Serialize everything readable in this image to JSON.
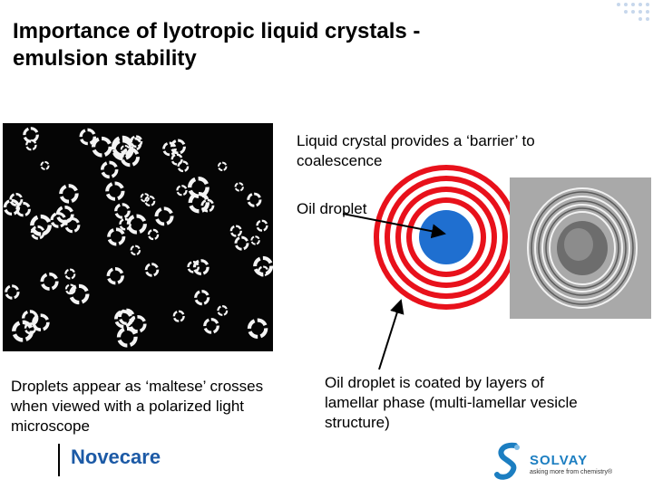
{
  "slide": {
    "title_line1": "Importance of lyotropic liquid crystals -",
    "title_line2": "emulsion stability",
    "barrier_text_line1": "Liquid crystal provides a ‘barrier’ to",
    "barrier_text_line2": "coalescence",
    "oil_droplet_label": "Oil droplet",
    "caption_left_line1": "Droplets appear as ‘maltese’ crosses",
    "caption_left_line2": "when viewed with a polarized light",
    "caption_left_line3": "microscope",
    "caption_right_line1": "Oil droplet is coated by layers of",
    "caption_right_line2": "lamellar phase (multi-lamellar vesicle",
    "caption_right_line3": "structure)"
  },
  "footer": {
    "brand": "Novecare",
    "company": "SOLVAY",
    "tagline": "asking more from chemistry®"
  },
  "colors": {
    "ring_red": "#e8111b",
    "droplet_blue": "#1f6fd0",
    "brand_blue": "#1c5aa6",
    "solvay_blue": "#1c7ec1"
  },
  "icons": {
    "droplet_rings": "concentric-rings",
    "solvay_logo": "s-swirl-icon"
  }
}
